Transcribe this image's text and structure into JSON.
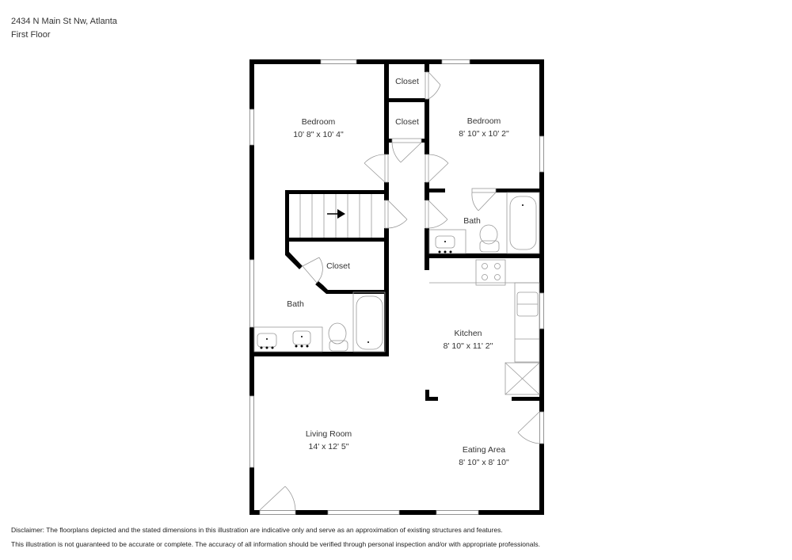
{
  "header": {
    "address": "2434 N Main St Nw, Atlanta",
    "floor": "First Floor"
  },
  "rooms": [
    {
      "name": "Bedroom",
      "dims": "10' 8\" x 10' 4\""
    },
    {
      "name": "Bedroom",
      "dims": "8' 10\" x 10' 2\""
    },
    {
      "name": "Closet",
      "dims": ""
    },
    {
      "name": "Closet",
      "dims": ""
    },
    {
      "name": "Bath",
      "dims": ""
    },
    {
      "name": "Closet",
      "dims": ""
    },
    {
      "name": "Bath",
      "dims": ""
    },
    {
      "name": "Kitchen",
      "dims": "8' 10\" x 11' 2\""
    },
    {
      "name": "Living Room",
      "dims": "14' x 12' 5\""
    },
    {
      "name": "Eating Area",
      "dims": "8' 10\" x 8' 10\""
    }
  ],
  "icons": {
    "stairs_direction": "arrow-right-icon"
  },
  "colors": {
    "wall": "#000000",
    "fixture": "#999999",
    "background": "#ffffff"
  },
  "disclaimer": {
    "line1": "Disclaimer: The floorplans depicted and the stated dimensions in this illustration are indicative only and serve as an approximation of existing structures and features.",
    "line2": "This illustration is not guaranteed to be accurate or complete. The accuracy of all information should be verified through personal inspection and/or with appropriate professionals."
  }
}
